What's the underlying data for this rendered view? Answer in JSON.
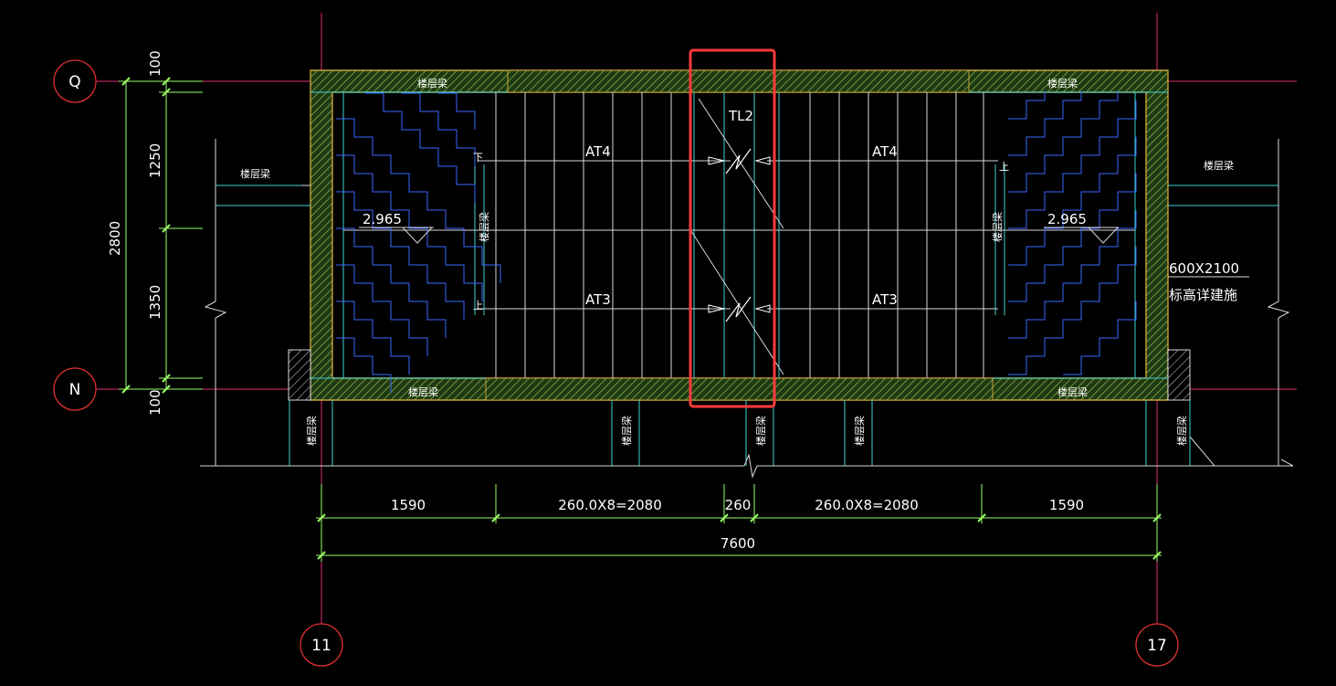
{
  "colors": {
    "background": "#000000",
    "wall": "#c8a23a",
    "wall_hatch": "#4fa85a",
    "grid_line": "#e02a70",
    "axis_bubble": "#e03030",
    "dimension": "#9aff66",
    "cyan": "#3fd2d2",
    "step_lines": "#3a68ff",
    "text": "#ffffff",
    "highlight": "#ff3a3a"
  },
  "axes": {
    "q": "Q",
    "n": "N",
    "c11": "11",
    "c17": "17"
  },
  "dims_left": {
    "top": "100",
    "mid_upper": "1250",
    "mid_lower": "1350",
    "bottom": "100",
    "total": "2800"
  },
  "dims_bottom": {
    "d1": "1590",
    "d2": "260.0X8=2080",
    "d3": "260",
    "d4": "260.0X8=2080",
    "d5": "1590",
    "total": "7600"
  },
  "labels": {
    "beam": "楼层梁",
    "tl": "TL2",
    "at_upper": "AT4",
    "at_lower": "AT3",
    "elev_left": "2.965",
    "elev_right": "2.965",
    "opening_size": "600X2100",
    "opening_note": "标高详建施",
    "up": "上",
    "down": "下"
  },
  "icons": {
    "break_line": "break-symbol-icon",
    "elevation": "elevation-triangle-icon",
    "arrow": "arrowhead-icon"
  }
}
